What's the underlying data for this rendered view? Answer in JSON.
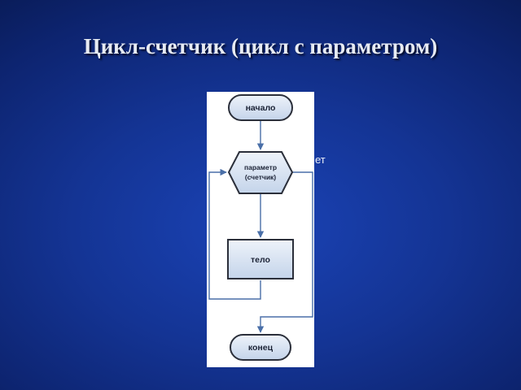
{
  "slide": {
    "title": "Цикл-счетчик (цикл с параметром)"
  },
  "flowchart": {
    "start_label": "начало",
    "loop_label_line1": "параметр",
    "loop_label_line2": "(счетчик)",
    "body_label": "тело",
    "end_label": "конец"
  },
  "stray_text": "ет",
  "colors": {
    "background": "#143494",
    "node_stroke": "#2b2f3a",
    "node_fill": "#d3dfee",
    "arrow": "#4a6fa8",
    "panel": "#ffffff"
  }
}
